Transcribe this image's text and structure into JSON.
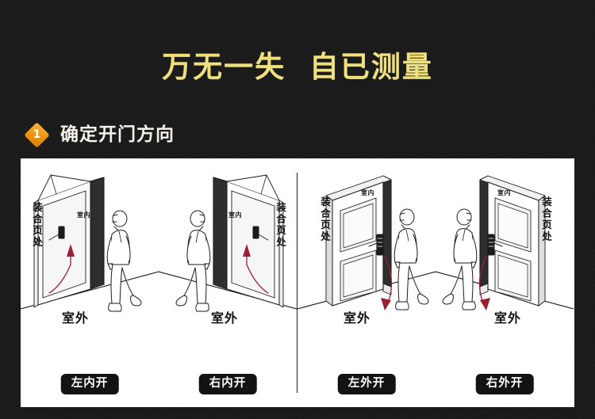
{
  "page": {
    "background_color": "#191919",
    "panel_background": "#ffffff"
  },
  "header": {
    "title": "万无一失  自已测量",
    "title_color": "#f0e07c"
  },
  "step": {
    "number": "1",
    "badge_color": "#e99411",
    "title": "确定开门方向",
    "title_color": "#f3f1ea"
  },
  "diagram": {
    "accent_arrow_color": "#9b2030",
    "panels": [
      {
        "id": "left-inswing",
        "caption": "左内开",
        "hinge_label": "装合页处",
        "hinge_side": "left",
        "indoor_label": "室内",
        "outdoor_label": "室外",
        "swing": "inward",
        "person_side": "right"
      },
      {
        "id": "right-inswing",
        "caption": "右内开",
        "hinge_label": "装合页处",
        "hinge_side": "right",
        "indoor_label": "室内",
        "outdoor_label": "室外",
        "swing": "inward",
        "person_side": "left"
      },
      {
        "id": "left-outswing",
        "caption": "左外开",
        "hinge_label": "装合页处",
        "hinge_side": "left",
        "indoor_label": "室内",
        "outdoor_label": "室外",
        "swing": "outward",
        "person_side": "right"
      },
      {
        "id": "right-outswing",
        "caption": "右外开",
        "hinge_label": "装合页处",
        "hinge_side": "right",
        "indoor_label": "室内",
        "outdoor_label": "室外",
        "swing": "outward",
        "person_side": "left"
      }
    ]
  }
}
